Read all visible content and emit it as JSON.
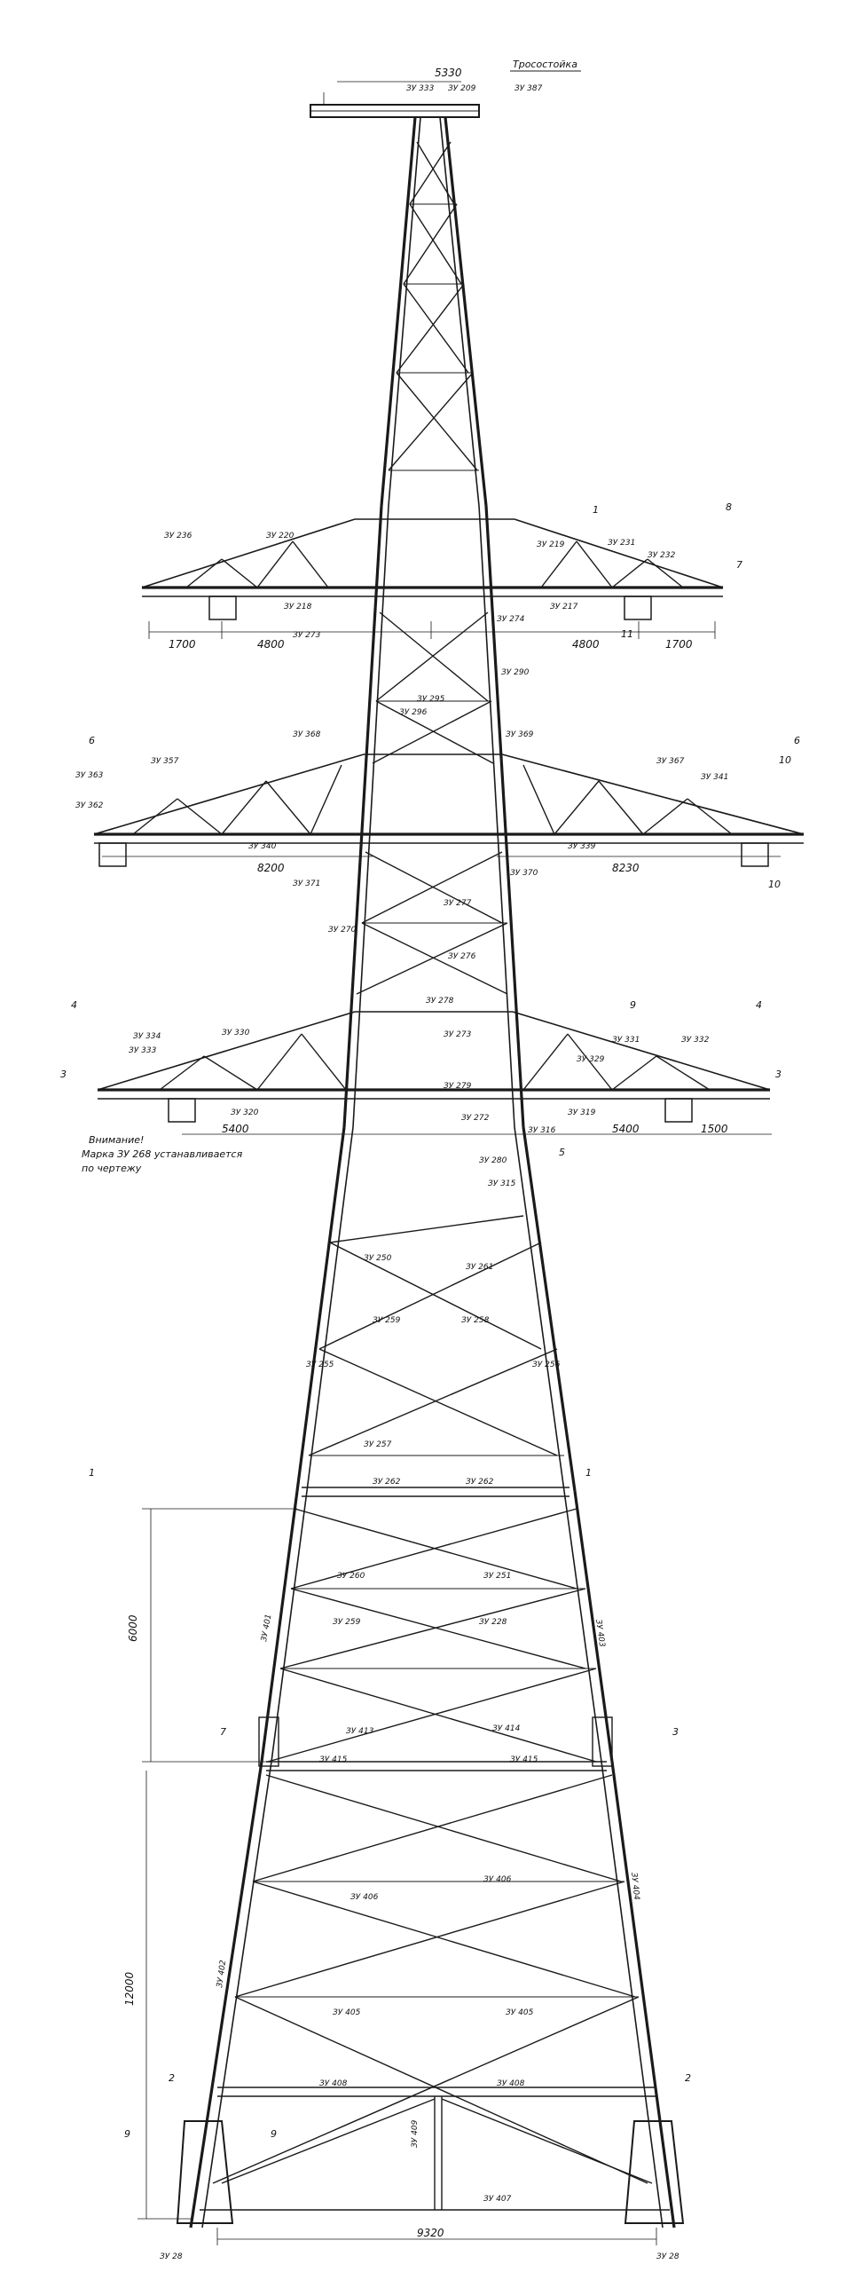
{
  "top": {
    "cable_label": "Тросостойка",
    "width_dim": "5330",
    "marks": [
      "ЗУ 387",
      "ЗУ 333",
      "ЗУ 209"
    ]
  },
  "upper_crossarm": {
    "marks": [
      "ЗУ 236",
      "ЗУ 219",
      "ЗУ 220",
      "ЗУ 231",
      "ЗУ 232",
      "ЗУ 217",
      "ЗУ 218",
      "ЗУ 273",
      "ЗУ 274"
    ],
    "dims": [
      "1700",
      "4800",
      "4800",
      "1700"
    ],
    "section_marks": [
      "8",
      "7",
      "1",
      "11"
    ]
  },
  "middle_crossarm": {
    "marks": [
      "ЗУ 357",
      "ЗУ 368",
      "ЗУ 369",
      "ЗУ 367",
      "ЗУ 341",
      "ЗУ 340",
      "ЗУ 339",
      "ЗУ 371",
      "ЗУ 370",
      "ЗУ 363",
      "ЗУ 362"
    ],
    "dims": [
      "8200",
      "8230"
    ],
    "section_marks": [
      "6",
      "6",
      "10",
      "10"
    ]
  },
  "tower_body": {
    "marks": [
      "ЗУ 270",
      "ЗУ 277",
      "ЗУ 276",
      "ЗУ 278",
      "ЗУ 290",
      "ЗУ 295",
      "ЗУ 296"
    ]
  },
  "lower_crossarm": {
    "marks": [
      "ЗУ 334",
      "ЗУ 333",
      "ЗУ 332",
      "ЗУ 331",
      "ЗУ 330",
      "ЗУ 329",
      "ЗУ 320",
      "ЗУ 319",
      "ЗУ 316",
      "ЗУ 315",
      "ЗУ 280",
      "ЗУ 279",
      "ЗУ 273",
      "ЗУ 272"
    ],
    "dims": [
      "5400",
      "5400",
      "1500"
    ],
    "section_marks": [
      "4",
      "4",
      "9",
      "3",
      "3",
      "5"
    ]
  },
  "note": {
    "title": "Внимание!",
    "line1": "Марка ЗУ 268 устанавливается",
    "line2": "по чертежу"
  },
  "waist": {
    "marks": [
      "ЗУ 250",
      "ЗУ 261",
      "ЗУ 259",
      "ЗУ 258",
      "ЗУ 255",
      "ЗУ 256",
      "ЗУ 257",
      "ЗУ 262",
      "ЗУ 262"
    ]
  },
  "upper_leg": {
    "height_dim": "6000",
    "marks": [
      "ЗУ 260",
      "ЗУ 251",
      "ЗУ 259",
      "ЗУ 228",
      "ЗУ 401",
      "ЗУ 403",
      "ЗУ 415",
      "ЗУ 415",
      "ЗУ 413",
      "ЗУ 414"
    ],
    "section_marks": [
      "1",
      "1",
      "7",
      "3"
    ]
  },
  "lower_leg": {
    "height_dim": "12000",
    "marks": [
      "ЗУ 406",
      "ЗУ 406",
      "ЗУ 405",
      "ЗУ 405",
      "ЗУ 402",
      "ЗУ 404",
      "ЗУ 408",
      "ЗУ 408",
      "ЗУ 409",
      "ЗУ 407",
      "ЗУ 28",
      "ЗУ 28"
    ],
    "base_dim": "9320",
    "section_marks": [
      "2",
      "2",
      "9",
      "9"
    ]
  }
}
